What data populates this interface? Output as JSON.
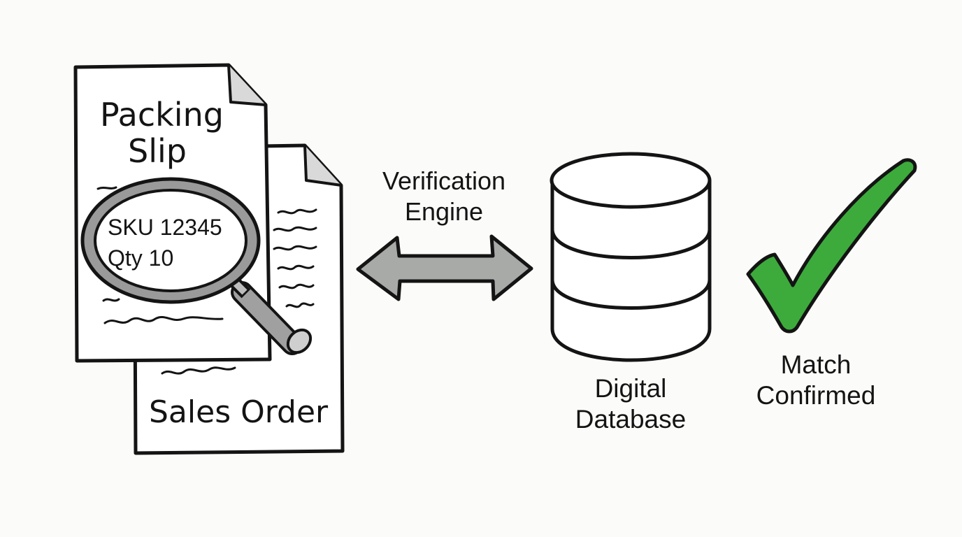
{
  "packing_slip": {
    "title_line1": "Packing",
    "title_line2": "Slip",
    "magnified_sku": "SKU 12345",
    "magnified_qty": "Qty 10"
  },
  "sales_order": {
    "title": "Sales Order"
  },
  "engine": {
    "label_line1": "Verification",
    "label_line2": "Engine"
  },
  "database": {
    "label_line1": "Digital",
    "label_line2": "Database"
  },
  "result": {
    "label_line1": "Match",
    "label_line2": "Confirmed"
  },
  "colors": {
    "ink": "#141414",
    "paper": "#ffffff",
    "background": "#fbfbf9",
    "arrow_fill": "#a8aaa8",
    "lens_rim": "#9a9a9a",
    "check_green": "#3cab3c"
  }
}
